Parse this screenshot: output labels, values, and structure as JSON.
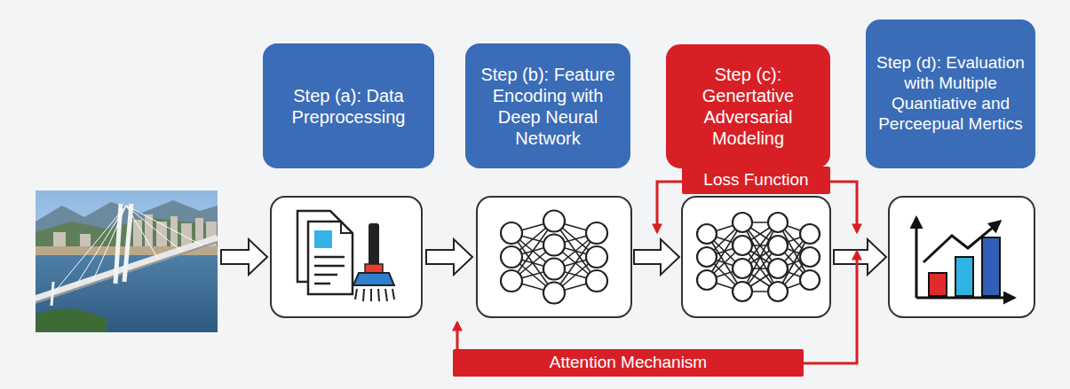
{
  "diagram": {
    "nodes": [
      {
        "text": [
          "Step (a): Data Preprocessing"
        ]
      },
      {
        "text": [
          "Step (b): Feature Encoding with Deep Neural Network"
        ]
      },
      {
        "text": [
          "Step (c): Genertative Adversarial Modeling"
        ]
      },
      {
        "text": [
          "Step (d): Evaluation with Multiple Quantiative and Perceepual Mertics"
        ]
      },
      {
        "text": [
          "Loss Function"
        ]
      },
      {
        "text": [
          "Attention Mechanism"
        ]
      }
    ]
  }
}
